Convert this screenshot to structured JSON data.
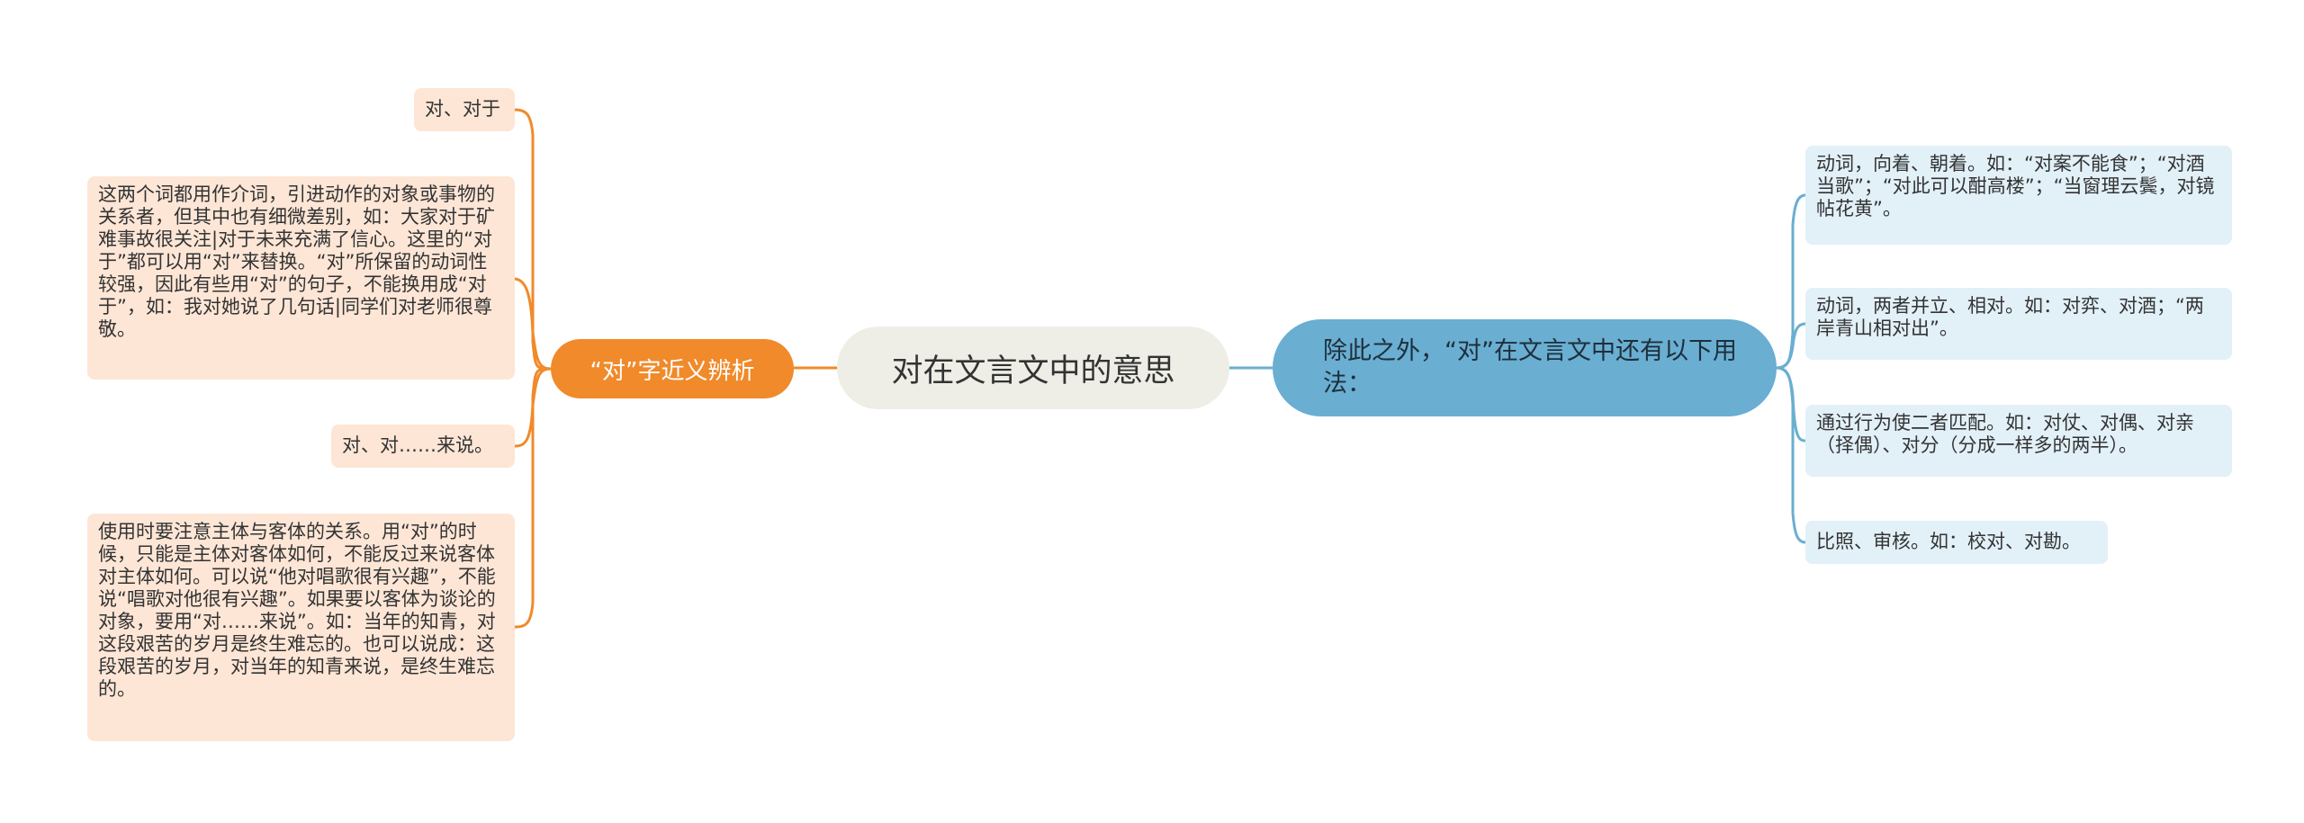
{
  "root": {
    "label": "对在文言文中的意思"
  },
  "left_branch": {
    "label": "“对”字近义辨析",
    "color": "#f08a2a",
    "leaves": [
      "对、对于",
      "这两个词都用作介词，引进动作的对象或事物的关系者，但其中也有细微差别，如：大家对于矿难事故很关注|对于未来充满了信心。这里的“对于”都可以用“对”来替换。“对”所保留的动词性较强，因此有些用“对”的句子，不能换用成“对于”，如：我对她说了几句话|同学们对老师很尊敬。",
      "对、对……来说。",
      "使用时要注意主体与客体的关系。用“对”的时候，只能是主体对客体如何，不能反过来说客体对主体如何。可以说“他对唱歌很有兴趣”，不能说“唱歌对他很有兴趣”。如果要以客体为谈论的对象，要用“对……来说”。如：当年的知青，对这段艰苦的岁月是终生难忘的。也可以说成：这段艰苦的岁月，对当年的知青来说，是终生难忘的。"
    ]
  },
  "right_branch": {
    "label": "除此之外，“对”在文言文中还有以下用法：",
    "color": "#6aaed2",
    "leaves": [
      "动词，向着、朝着。如：“对案不能食”；“对酒当歌”；“对此可以酣高楼”；“当窗理云鬓，对镜帖花黄”。",
      "动词，两者并立、相对。如：对弈、对酒；“两岸青山相对出”。",
      "通过行为使二者匹配。如：对仗、对偶、对亲（择偶）、对分（分成一样多的两半）。",
      "比照、审核。如：校对、对勘。"
    ]
  }
}
